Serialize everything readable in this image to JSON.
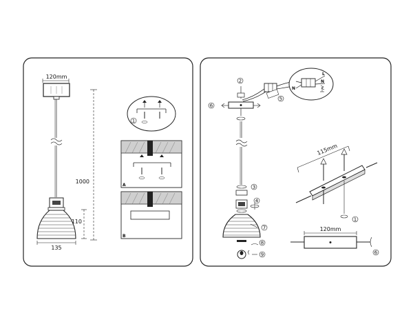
{
  "left_panel": {
    "canopy_width": "120mm",
    "cable_length": "1000",
    "shade_height": "110",
    "shade_width": "135",
    "bubble_step": "1",
    "mount_variant_a": "A",
    "mount_variant_b": "B"
  },
  "right_panel": {
    "steps": [
      "1",
      "2",
      "3",
      "4",
      "5",
      "6",
      "7",
      "8",
      "9"
    ],
    "bracket_spacing": "115mm",
    "bracket_width": "120mm",
    "wire_labels": [
      "L",
      "N",
      "N"
    ]
  }
}
